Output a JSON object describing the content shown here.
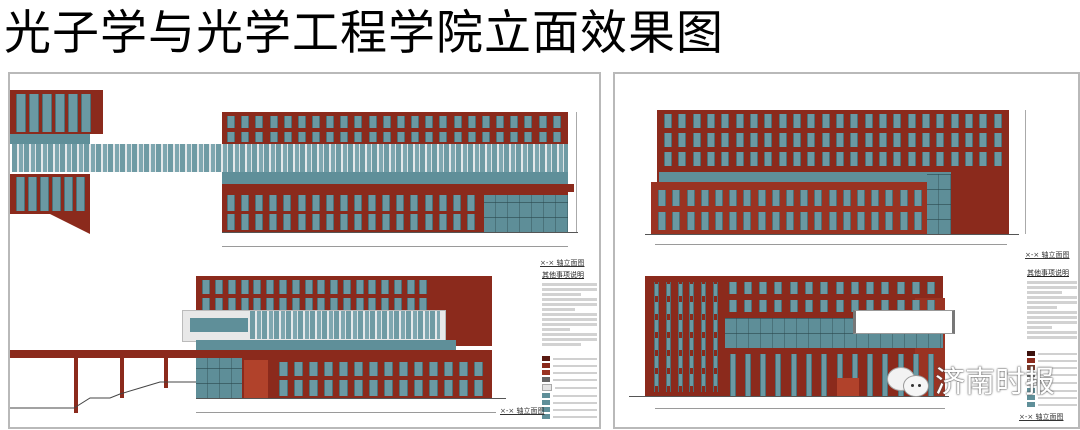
{
  "title": "光子学与光学工程学院立面效果图",
  "colors": {
    "brick": "#8b2a1c",
    "glass": "#5f8f99",
    "louver_white": "#e4e8ea",
    "panel_border": "#b9b9b9"
  },
  "panels": [
    {
      "id": "left",
      "drawings": [
        {
          "caption": "×-× 轴立面图",
          "legend_title": "其他事项说明"
        },
        {
          "caption": "×-× 轴立面图"
        }
      ]
    },
    {
      "id": "right",
      "drawings": [
        {
          "caption": "×-× 轴立面图",
          "legend_title": "其他事项说明"
        },
        {
          "caption": "×-× 轴立面图"
        }
      ]
    }
  ],
  "watermark": {
    "icon": "wechat-icon",
    "text": "济南时报"
  }
}
